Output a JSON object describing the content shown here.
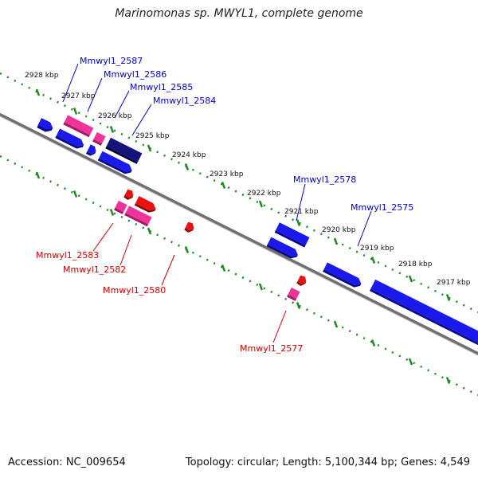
{
  "title": "Marinomonas sp. MWYL1, complete genome",
  "footer": {
    "accession": "Accession: NC_009654",
    "summary": "Topology: circular; Length: 5,100,344 bp; Genes: 4,549"
  },
  "colors": {
    "forward_gene": "#1a1aee",
    "forward_gene_highlight": "#12127a",
    "reverse_gene": "#ee1111",
    "pink_gene": "#ee3399",
    "label_top": "#0000cc",
    "label_bottom": "#cc0000",
    "backbone": "#808080",
    "ruler": "#228822"
  },
  "scale": {
    "ticks": [
      "2928 kbp",
      "2927 kbp",
      "2926 kbp",
      "2925 kbp",
      "2924 kbp",
      "2923 kbp",
      "2922 kbp",
      "2921 kbp",
      "2920 kbp",
      "2919 kbp",
      "2918 kbp",
      "2917 kbp"
    ]
  },
  "genes_top": [
    "Mmwyl1_2587",
    "Mmwyl1_2586",
    "Mmwyl1_2585",
    "Mmwyl1_2584",
    "Mmwyl1_2578",
    "Mmwyl1_2575"
  ],
  "genes_bottom": [
    "Mmwyl1_2583",
    "Mmwyl1_2582",
    "Mmwyl1_2580",
    "Mmwyl1_2577"
  ]
}
